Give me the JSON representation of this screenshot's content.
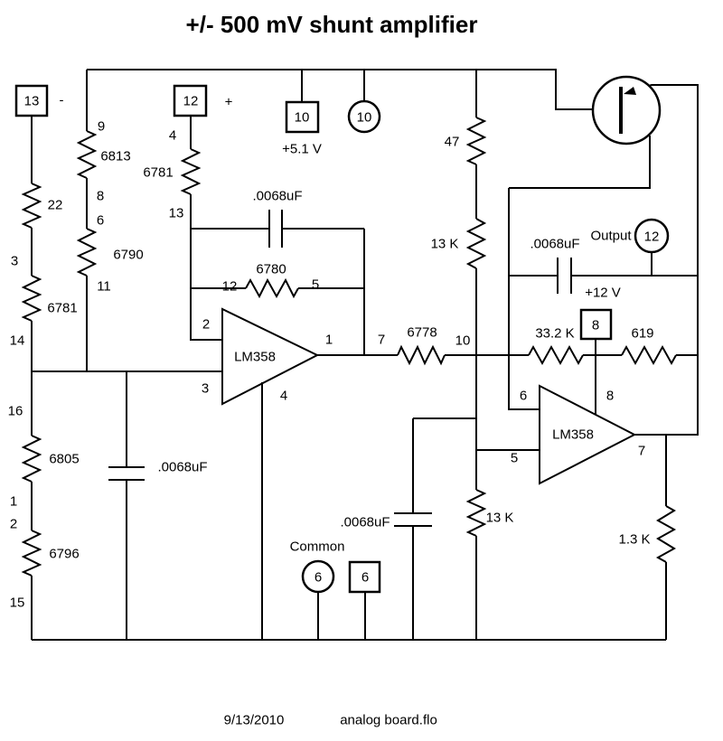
{
  "title": "+/- 500 mV shunt amplifier",
  "footer": {
    "date": "9/13/2010",
    "filename": "analog board.flo"
  },
  "colors": {
    "ink": "#000000",
    "background": "#ffffff"
  },
  "terminals": {
    "box13": "13",
    "box13_polarity": "-",
    "box12": "12",
    "box12_polarity": "+",
    "box10": "10",
    "box10_voltage": "+5.1 V",
    "circle10": "10",
    "circle12": "12",
    "circle12_name": "Output",
    "box8": "8",
    "box8_voltage": "+12 V",
    "circle6": "6",
    "circle6_name": "Common",
    "box6": "6"
  },
  "opamps": {
    "u1": "LM358",
    "u2": "LM358"
  },
  "resistors": {
    "r22": "22",
    "r6813": "6813",
    "r6790": "6790",
    "r6781_left": "6781",
    "r6781_mid": "6781",
    "r6805": "6805",
    "r6796": "6796",
    "r6780": "6780",
    "r6778": "6778",
    "r47": "47",
    "r13k_upper": "13 K",
    "r13k_lower": "13 K",
    "r33_2k": "33.2 K",
    "r619": "619",
    "r1_3k": "1.3 K"
  },
  "capacitors": {
    "c_top": ".0068uF",
    "c_left": ".0068uF",
    "c_mid": ".0068uF",
    "c_right": ".0068uF"
  },
  "pins": {
    "p9": "9",
    "p8": "8",
    "p6": "6",
    "p11": "11",
    "p3_left": "3",
    "p14": "14",
    "p16": "16",
    "p1_left": "1",
    "p2_left": "2",
    "p15": "15",
    "p4_top": "4",
    "p13": "13",
    "p12": "12",
    "p5_top": "5",
    "p2_in": "2",
    "p3_in": "3",
    "p1_out": "1",
    "p4_gnd": "4",
    "p7_wire": "7",
    "p10": "10",
    "p6_in": "6",
    "p5_in": "5",
    "p8_vcc": "8",
    "p7_out": "7"
  }
}
